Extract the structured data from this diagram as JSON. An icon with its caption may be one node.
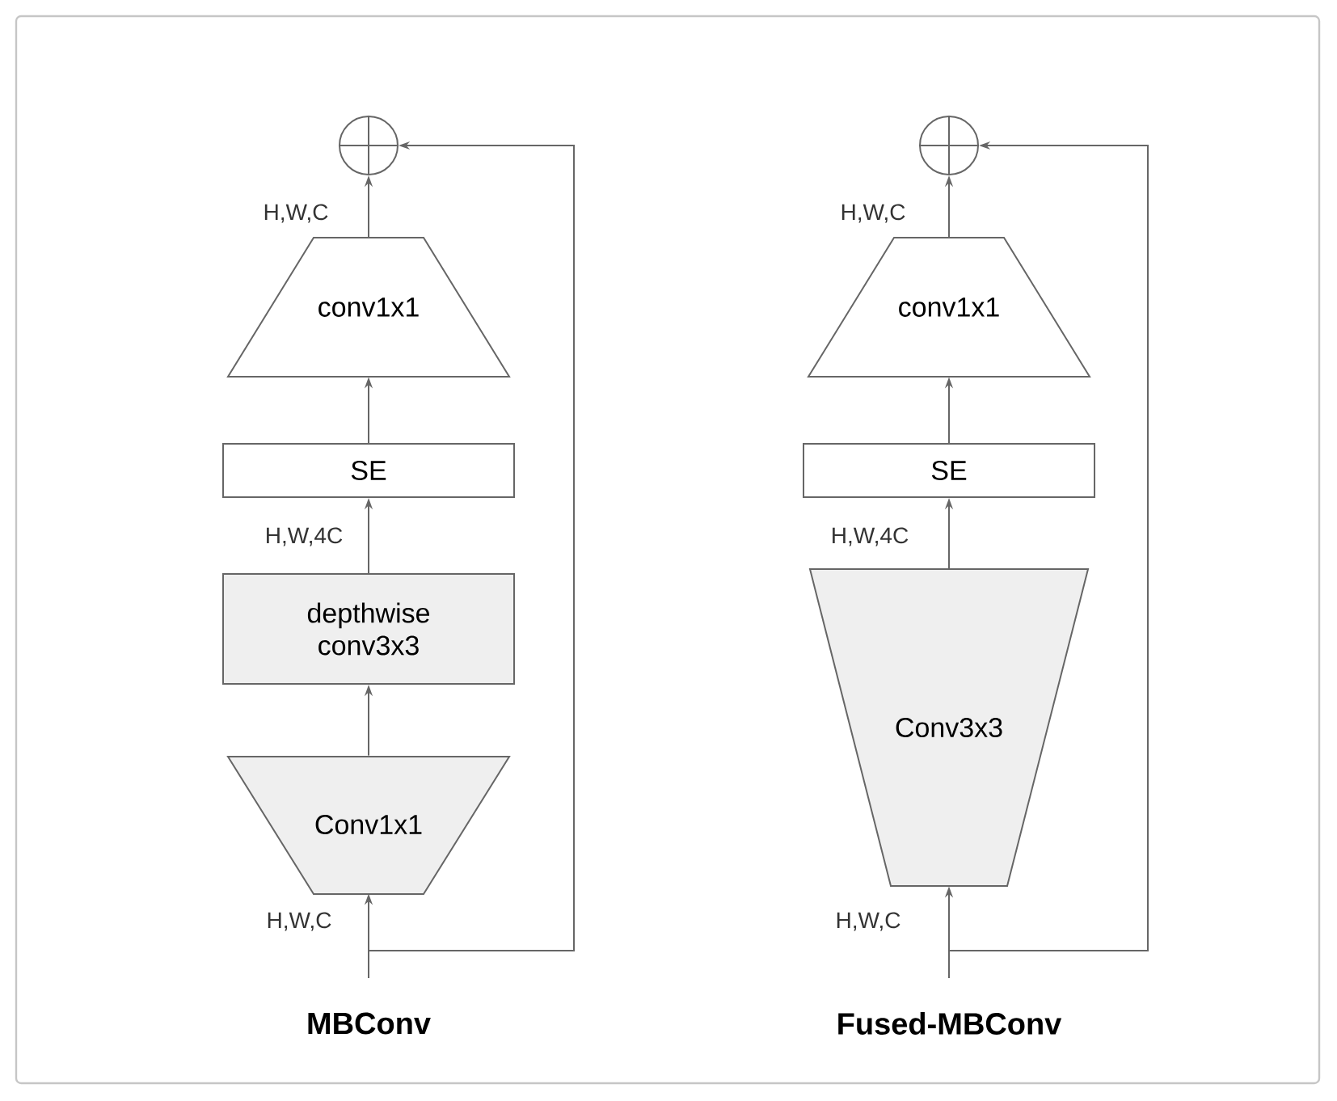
{
  "diagram": {
    "nodes": [
      {
        "text": [],
        "shape": "circle"
      },
      {
        "text": [
          "conv1x1"
        ]
      },
      {
        "text": [
          "SE"
        ]
      },
      {
        "text": [
          "depthwise conv3x3"
        ]
      },
      {
        "text": [
          "Conv1x1"
        ]
      },
      {
        "text": [],
        "shape": "circle"
      },
      {
        "text": [
          "conv1x1"
        ]
      },
      {
        "text": [
          "SE"
        ]
      },
      {
        "text": [
          "Conv3x3"
        ]
      }
    ],
    "edges": [
      {
        "from": null,
        "to": 4,
        "arrow": "to"
      },
      {
        "from": 4,
        "to": 3,
        "arrow": "to"
      },
      {
        "from": 3,
        "to": 2,
        "arrow": "to"
      },
      {
        "from": 2,
        "to": 1,
        "arrow": "to"
      },
      {
        "from": 1,
        "to": 0,
        "arrow": "to"
      },
      {
        "from": null,
        "to": 0,
        "arrow": "to"
      },
      {
        "from": null,
        "to": 8,
        "arrow": "to"
      },
      {
        "from": 8,
        "to": 7,
        "arrow": "to"
      },
      {
        "from": 7,
        "to": 6,
        "arrow": "to"
      },
      {
        "from": 6,
        "to": 5,
        "arrow": "to"
      },
      {
        "from": null,
        "to": 5,
        "arrow": "to"
      }
    ],
    "labels": [
      "H,W,C",
      "H,W,4C",
      "H,W,C",
      "MBConv",
      "H,W,C",
      "H,W,4C",
      "H,W,C",
      "Fused-MBConv"
    ]
  }
}
